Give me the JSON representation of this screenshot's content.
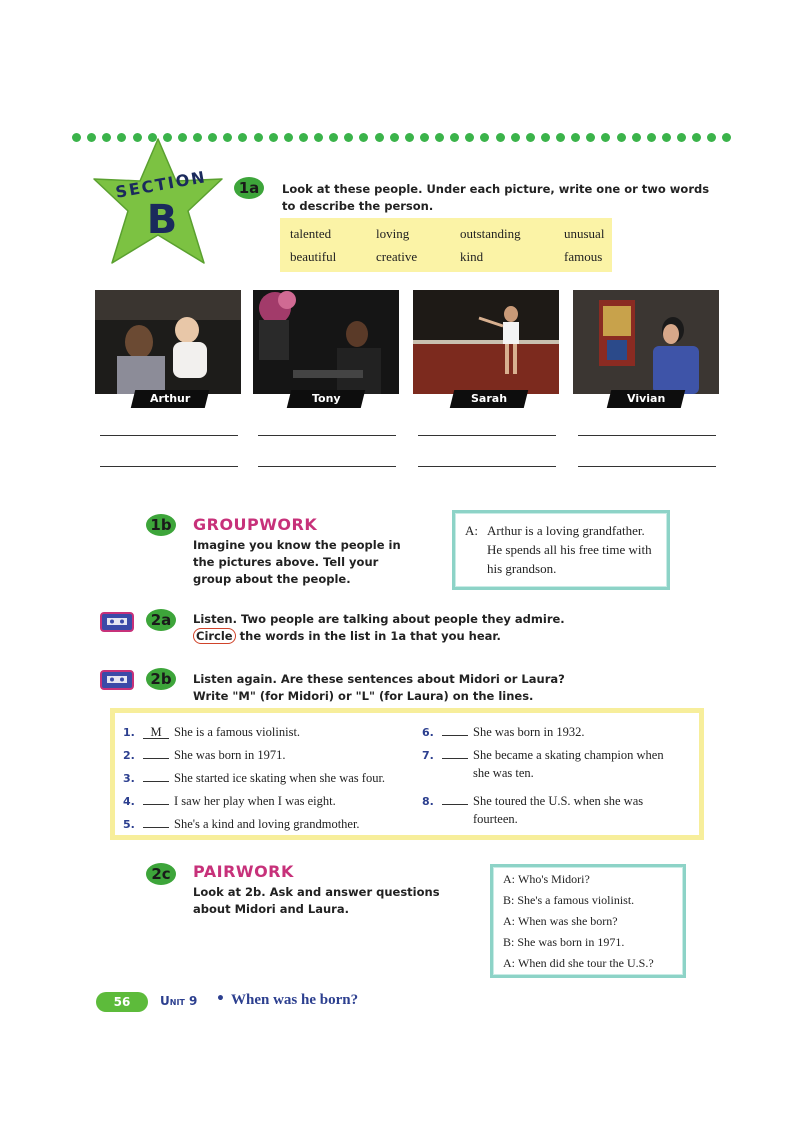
{
  "section": {
    "word": "SECTION",
    "letter": "B"
  },
  "ex1a": {
    "badge": "1a",
    "instruction": "Look at these people. Under each picture, write one or two words to describe the person.",
    "words": [
      "talented",
      "loving",
      "outstanding",
      "unusual",
      "beautiful",
      "creative",
      "kind",
      "famous"
    ],
    "people": [
      "Arthur",
      "Tony",
      "Sarah",
      "Vivian"
    ]
  },
  "ex1b": {
    "badge": "1b",
    "heading": "GROUPWORK",
    "instruction": "Imagine you know the people in the pictures above. Tell your group about the people.",
    "dialogue": [
      "A:",
      "Arthur is a loving grandfather.",
      "He spends all his free time with",
      "his grandson."
    ]
  },
  "ex2a": {
    "badge": "2a",
    "line1": "Listen. Two people are talking about people they admire.",
    "circle_word": "Circle",
    "line2": " the words in the list in 1a that you hear."
  },
  "ex2b": {
    "badge": "2b",
    "line1": "Listen again. Are these sentences about Midori or Laura?",
    "line2": "Write \"M\" (for Midori) or \"L\" (for Laura) on the lines.",
    "sentences": [
      {
        "num": "1.",
        "answer": "M",
        "text": "She is a famous violinist."
      },
      {
        "num": "2.",
        "answer": "",
        "text": "She was born in 1971."
      },
      {
        "num": "3.",
        "answer": "",
        "text": "She started ice skating when she was four."
      },
      {
        "num": "4.",
        "answer": "",
        "text": "I saw her play when I was eight."
      },
      {
        "num": "5.",
        "answer": "",
        "text": "She's a kind and loving grandmother."
      },
      {
        "num": "6.",
        "answer": "",
        "text": "She was born in 1932."
      },
      {
        "num": "7.",
        "answer": "",
        "text": "She became a skating champion when",
        "text2": "she was ten."
      },
      {
        "num": "8.",
        "answer": "",
        "text": "She toured the U.S. when she was",
        "text2": "fourteen."
      }
    ]
  },
  "ex2c": {
    "badge": "2c",
    "heading": "PAIRWORK",
    "instruction": "Look at 2b. Ask and answer questions about Midori and Laura.",
    "dialogue": [
      {
        "speaker": "A:",
        "text": "Who's Midori?"
      },
      {
        "speaker": "B:",
        "text": "She's a famous violinist."
      },
      {
        "speaker": "A:",
        "text": "When was she born?"
      },
      {
        "speaker": "B:",
        "text": "She was born in 1971."
      },
      {
        "speaker": "A:",
        "text": "When did she tour the U.S.?"
      }
    ]
  },
  "footer": {
    "page": "56",
    "unit": "Unit 9",
    "bullet": "•",
    "title": "When was he born?"
  },
  "colors": {
    "green": "#3da53a",
    "magenta": "#c7317a",
    "yellow": "#fbf3a6",
    "teal": "#8dd3c7",
    "navy": "#2c3f8f"
  }
}
